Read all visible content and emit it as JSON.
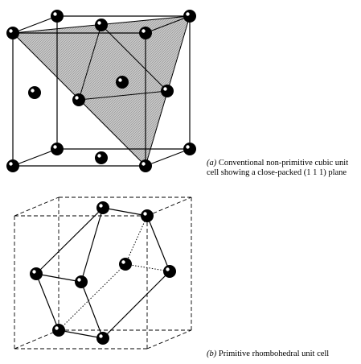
{
  "captions": {
    "a": {
      "label": "(a)",
      "text": " Conventional non-primitive cubic unit cell showing a close-packed (1 1 1) plane"
    },
    "b": {
      "label": "(b)",
      "text": " Primitive rhombohedral unit cell"
    }
  },
  "colors": {
    "line": "#000000",
    "plane_fill": "#b4b4b4",
    "atom": "#000000",
    "atom_highlight": "#ffffff"
  }
}
